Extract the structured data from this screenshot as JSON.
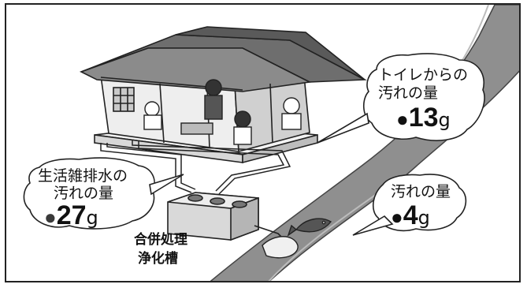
{
  "callouts": {
    "toilet": {
      "line1": "トイレからの",
      "line2": "汚れの量",
      "marker": "●",
      "value": "13",
      "unit": "g"
    },
    "household": {
      "line1": "生活雑排水の",
      "line2": "汚れの量",
      "marker": "●",
      "value": "27",
      "unit": "g"
    },
    "outflow": {
      "line1": "汚れの量",
      "marker": "●",
      "value": "4",
      "unit": "g"
    }
  },
  "tank_label": {
    "line1": "合併処理",
    "line2": "浄化槽"
  },
  "colors": {
    "river": "#8a8a8a",
    "ink": "#111111",
    "household_dot": "#3a3a3a"
  }
}
